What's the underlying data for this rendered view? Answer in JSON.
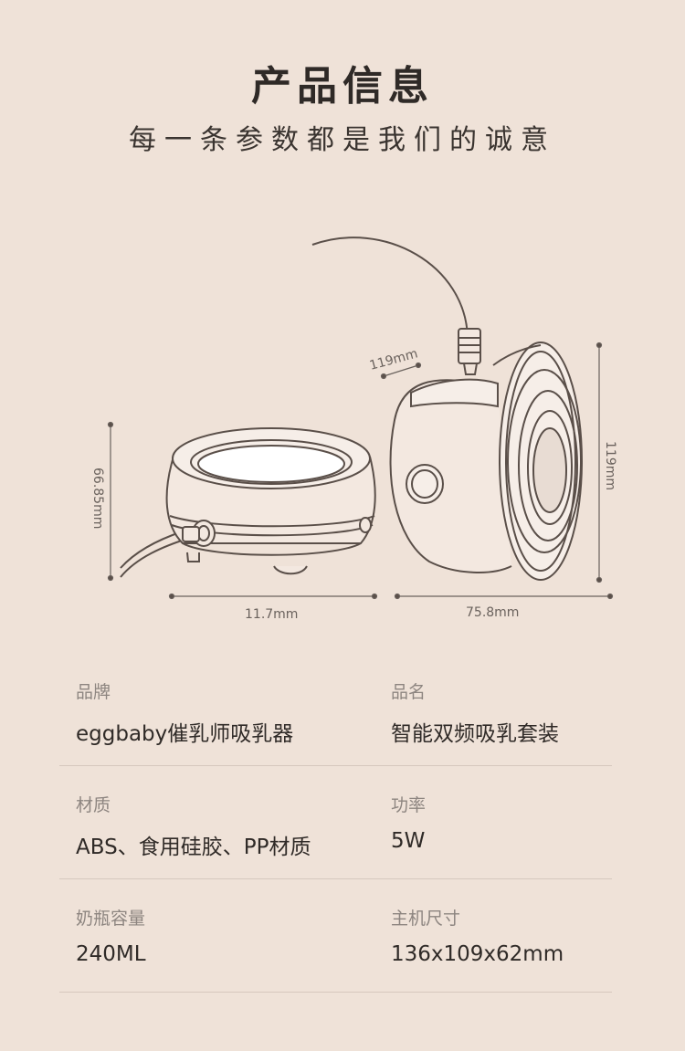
{
  "header": {
    "title": "产品信息",
    "subtitle": "每一条参数都是我们的诚意"
  },
  "dimensions": {
    "height_left": "66.85mm",
    "width_left": "11.7mm",
    "depth_right": "119mm",
    "height_right": "119mm",
    "width_right": "75.8mm"
  },
  "specs": [
    {
      "left": {
        "label": "品牌",
        "value": "eggbaby催乳师吸乳器"
      },
      "right": {
        "label": "品名",
        "value": "智能双频吸乳套装"
      }
    },
    {
      "left": {
        "label": "材质",
        "value": "ABS、食用硅胶、PP材质"
      },
      "right": {
        "label": "功率",
        "value": "5W"
      }
    },
    {
      "left": {
        "label": "奶瓶容量",
        "value": "240ML"
      },
      "right": {
        "label": "主机尺寸",
        "value": "136x109x62mm"
      }
    }
  ]
}
